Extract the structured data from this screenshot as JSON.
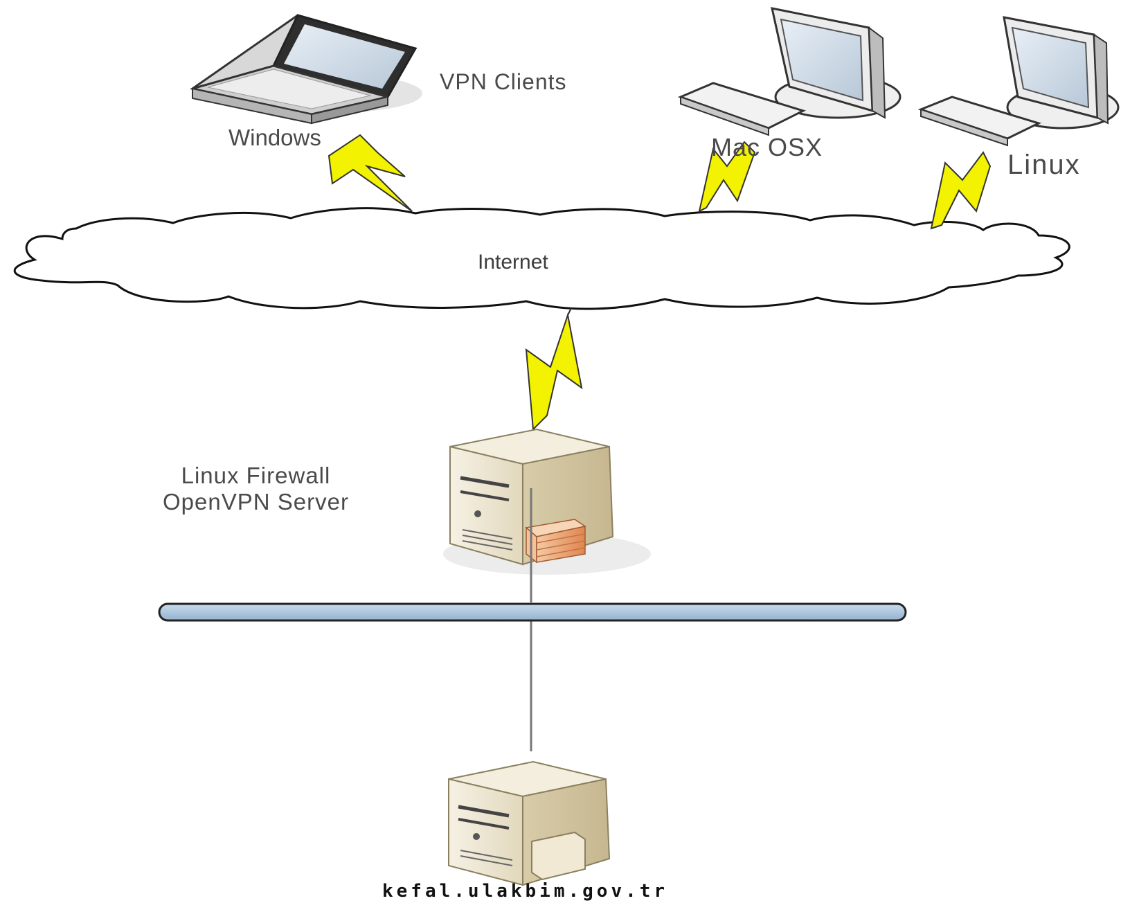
{
  "labels": {
    "vpn_clients": "VPN Clients",
    "windows": "Windows",
    "mac": "Mac OSX",
    "linux": "Linux",
    "internet": "Internet",
    "firewall_line1": "Linux Firewall",
    "firewall_line2": "OpenVPN Server",
    "host": "kefal.ulakbim.gov.tr"
  },
  "icons": [
    "laptop-icon",
    "desktop-computer-icon",
    "lightning-link-icon",
    "cloud-icon",
    "server-icon",
    "firewall-icon",
    "network-bus"
  ],
  "colors": {
    "lightning": "#f3f200",
    "bus": "#a9c2da",
    "server_body": "#ece4cf",
    "firewall": "#e8a070"
  }
}
